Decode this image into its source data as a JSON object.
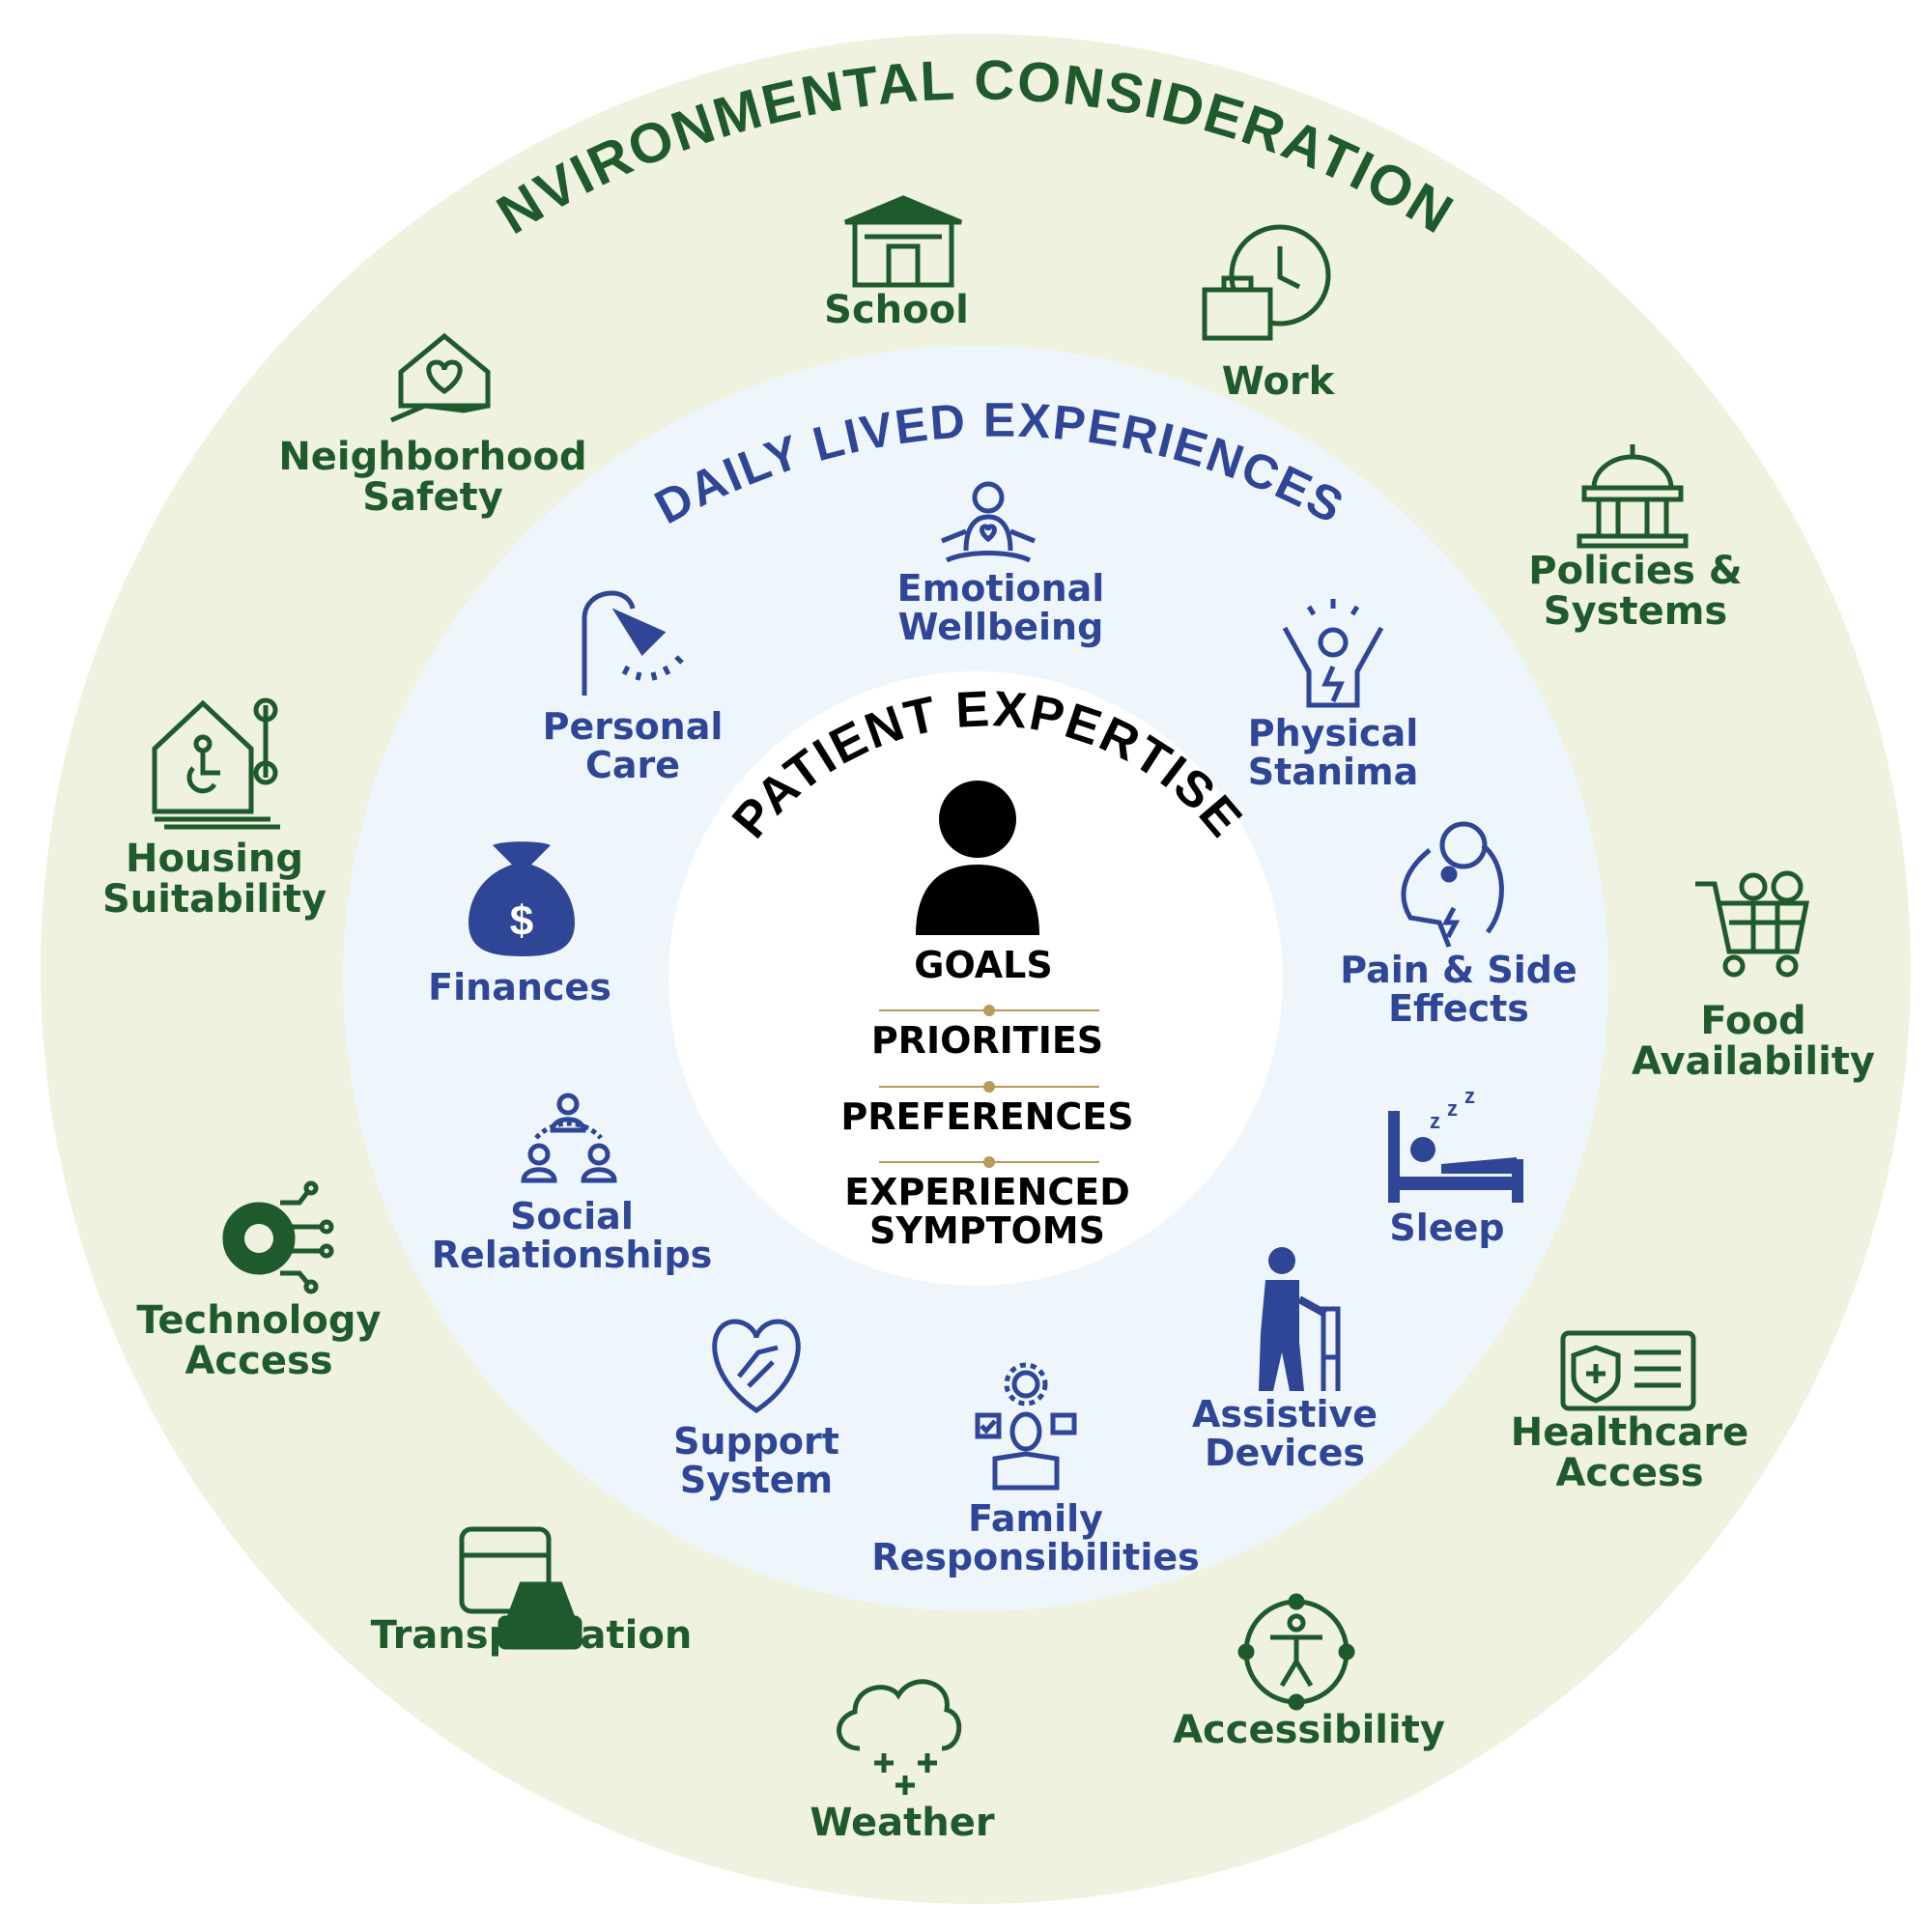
{
  "colors": {
    "outer_ring": "#eef2df",
    "inner_ring": "#eef6fc",
    "center": "#ffffff",
    "env_green": "#1f5a2c",
    "dle_blue": "#2f4596",
    "divider_gold": "#b89a5a"
  },
  "rings": {
    "outer_title": "ENVIRONMENTAL CONSIDERATIONS",
    "middle_title": "DAILY LIVED EXPERIENCES",
    "center_title": "PATIENT EXPERTISE"
  },
  "center": {
    "icon": "person-icon",
    "items": [
      "GOALS",
      "PRIORITIES",
      "PREFERENCES",
      "EXPERIENCED",
      "SYMPTOMS"
    ]
  },
  "environmental": [
    {
      "label": "School",
      "icon": "school-building-icon"
    },
    {
      "label": "Work",
      "icon": "briefcase-clock-icon"
    },
    {
      "label": "Policies &",
      "label2": "Systems",
      "icon": "government-building-icon"
    },
    {
      "label": "Food",
      "label2": "Availability",
      "icon": "shopping-cart-icon"
    },
    {
      "label": "Healthcare",
      "label2": "Access",
      "icon": "insurance-card-icon"
    },
    {
      "label": "Accessibility",
      "icon": "accessibility-icon"
    },
    {
      "label": "Weather",
      "icon": "snow-cloud-icon"
    },
    {
      "label": "Transportation",
      "icon": "bus-car-icon"
    },
    {
      "label": "Technology",
      "label2": "Access",
      "icon": "gear-circuit-icon"
    },
    {
      "label": "Housing",
      "label2": "Suitability",
      "icon": "accessible-house-icon"
    },
    {
      "label": "Neighborhood",
      "label2": "Safety",
      "icon": "house-heart-hand-icon"
    }
  ],
  "daily": [
    {
      "label": "Emotional",
      "label2": "Wellbeing",
      "icon": "meditation-icon"
    },
    {
      "label": "Physical",
      "label2": "Stanima",
      "icon": "energized-person-icon"
    },
    {
      "label": "Pain & Side",
      "label2": "Effects",
      "icon": "shoulder-pain-icon"
    },
    {
      "label": "Sleep",
      "icon": "bed-icon"
    },
    {
      "label": "Assistive",
      "label2": "Devices",
      "icon": "walker-icon"
    },
    {
      "label": "Family",
      "label2": "Responsibilities",
      "icon": "multitask-person-icon"
    },
    {
      "label": "Support",
      "label2": "System",
      "icon": "heart-handshake-icon"
    },
    {
      "label": "Social",
      "label2": "Relationships",
      "icon": "social-network-icon"
    },
    {
      "label": "Finances",
      "icon": "money-bag-icon"
    },
    {
      "label": "Personal",
      "label2": "Care",
      "icon": "shower-icon"
    }
  ]
}
